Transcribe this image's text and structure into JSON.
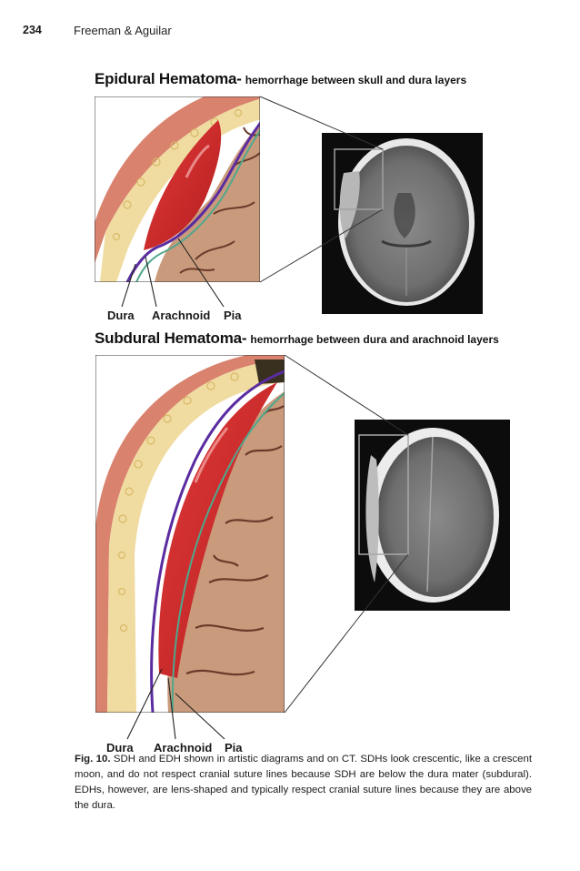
{
  "header": {
    "page_number": "234",
    "running_head": "Freeman & Aguilar"
  },
  "figure": {
    "epidural": {
      "title": "Epidural Hematoma-",
      "subtitle": "hemorrhage between skull and dura layers",
      "labels": {
        "dura": "Dura",
        "arachnoid": "Arachnoid",
        "pia": "Pia"
      }
    },
    "subdural": {
      "title": "Subdural Hematoma-",
      "subtitle": "hemorrhage between dura and arachnoid layers",
      "labels": {
        "dura": "Dura",
        "arachnoid": "Arachnoid",
        "pia": "Pia"
      }
    },
    "colors": {
      "blood": "#d42a2a",
      "brain": "#c99a7c",
      "sulci": "#6b3a2a",
      "dura": "#5a2ca0",
      "arachnoid": "#4fa88c",
      "skull": "#f0dca0",
      "scalp": "#d9826e"
    }
  },
  "caption": {
    "label": "Fig. 10.",
    "text": "SDH and EDH shown in artistic diagrams and on CT. SDHs look crescentic, like a crescent moon, and do not respect cranial suture lines because SDH are below the dura mater (subdural). EDHs, however, are lens-shaped and typically respect cranial suture lines because they are above the dura."
  }
}
